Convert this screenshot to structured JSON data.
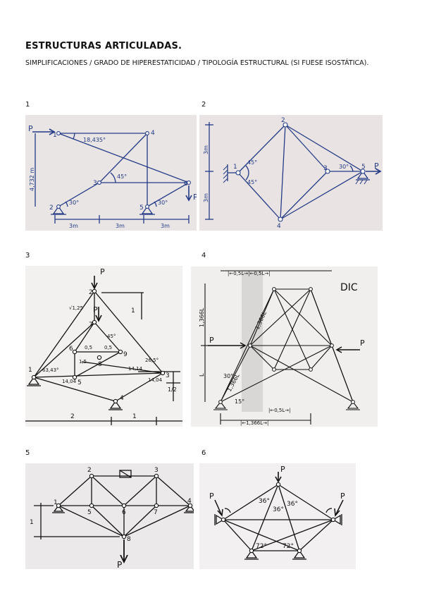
{
  "document": {
    "title": "ESTRUCTURAS ARTICULADAS.",
    "subtitle": "SIMPLIFICACIONES / GRADO DE HIPERESTATICIDAD / TIPOLOGÍA ESTRUCTURAL (SI FUESE ISOSTÁTICA)."
  },
  "figures": [
    {
      "number": "1",
      "labels": {
        "load_P1": "P",
        "load_P2": "P",
        "n1": "1",
        "n2": "2",
        "n3": "3",
        "n4": "4",
        "n5": "5",
        "n6": "6",
        "angle_top": "18,435°",
        "angle_mid": "45°",
        "angle_s2": "30°",
        "angle_s5": "30°",
        "height": "4,732 m",
        "span1": "3m",
        "span2": "3m",
        "span3": "3m"
      }
    },
    {
      "number": "2",
      "labels": {
        "load_P": "P",
        "n1": "1",
        "n2": "2",
        "n3": "3",
        "n4": "4",
        "n5": "5",
        "a1": "45°",
        "a2": "45°",
        "a3": "30°",
        "h1": "3m",
        "h2": "3m"
      }
    },
    {
      "number": "3",
      "labels": {
        "load_P1": "P",
        "load_P2": "P",
        "n1": "1",
        "n2": "2",
        "n3": "3",
        "n4": "4",
        "n5": "5",
        "n6": "6",
        "n7": "7",
        "n8": "8",
        "n9": "9",
        "dim_1": "1",
        "dim_half": "1/2",
        "span_left": "2",
        "span_right": "1",
        "v1": "0,5",
        "v2": "0,5",
        "v3": "1,5",
        "v4": "14,04",
        "v5": "14,14",
        "ang1": "63,43°",
        "ang2": "45°",
        "ang3": "26,5°",
        "ang4": "14,04",
        "slope": "√1,25"
      }
    },
    {
      "number": "4",
      "labels": {
        "load_P1": "P",
        "load_P2": "P",
        "top_dims": "|←0,5L→|←0,5L→|",
        "side1": "1,366L",
        "side2": "L",
        "d1": "1,366L",
        "d2": "1,366L",
        "ang1": "30°",
        "ang2": "15°",
        "bot1": "|←0,5L→|",
        "bot2": "|←1,366L→|",
        "note": "DIC"
      }
    },
    {
      "number": "5",
      "labels": {
        "load_P": "P",
        "n1": "1",
        "n2": "2",
        "n3": "3",
        "n4": "4",
        "n5": "5",
        "n6": "6",
        "n7": "7",
        "n8": "8",
        "dim": "1"
      }
    },
    {
      "number": "6",
      "labels": {
        "load_P1": "P",
        "load_P2": "P",
        "load_P3": "P",
        "a1": "36°",
        "a2": "36°",
        "a3": "36°",
        "b1": "72°",
        "b2": "72°"
      }
    }
  ]
}
